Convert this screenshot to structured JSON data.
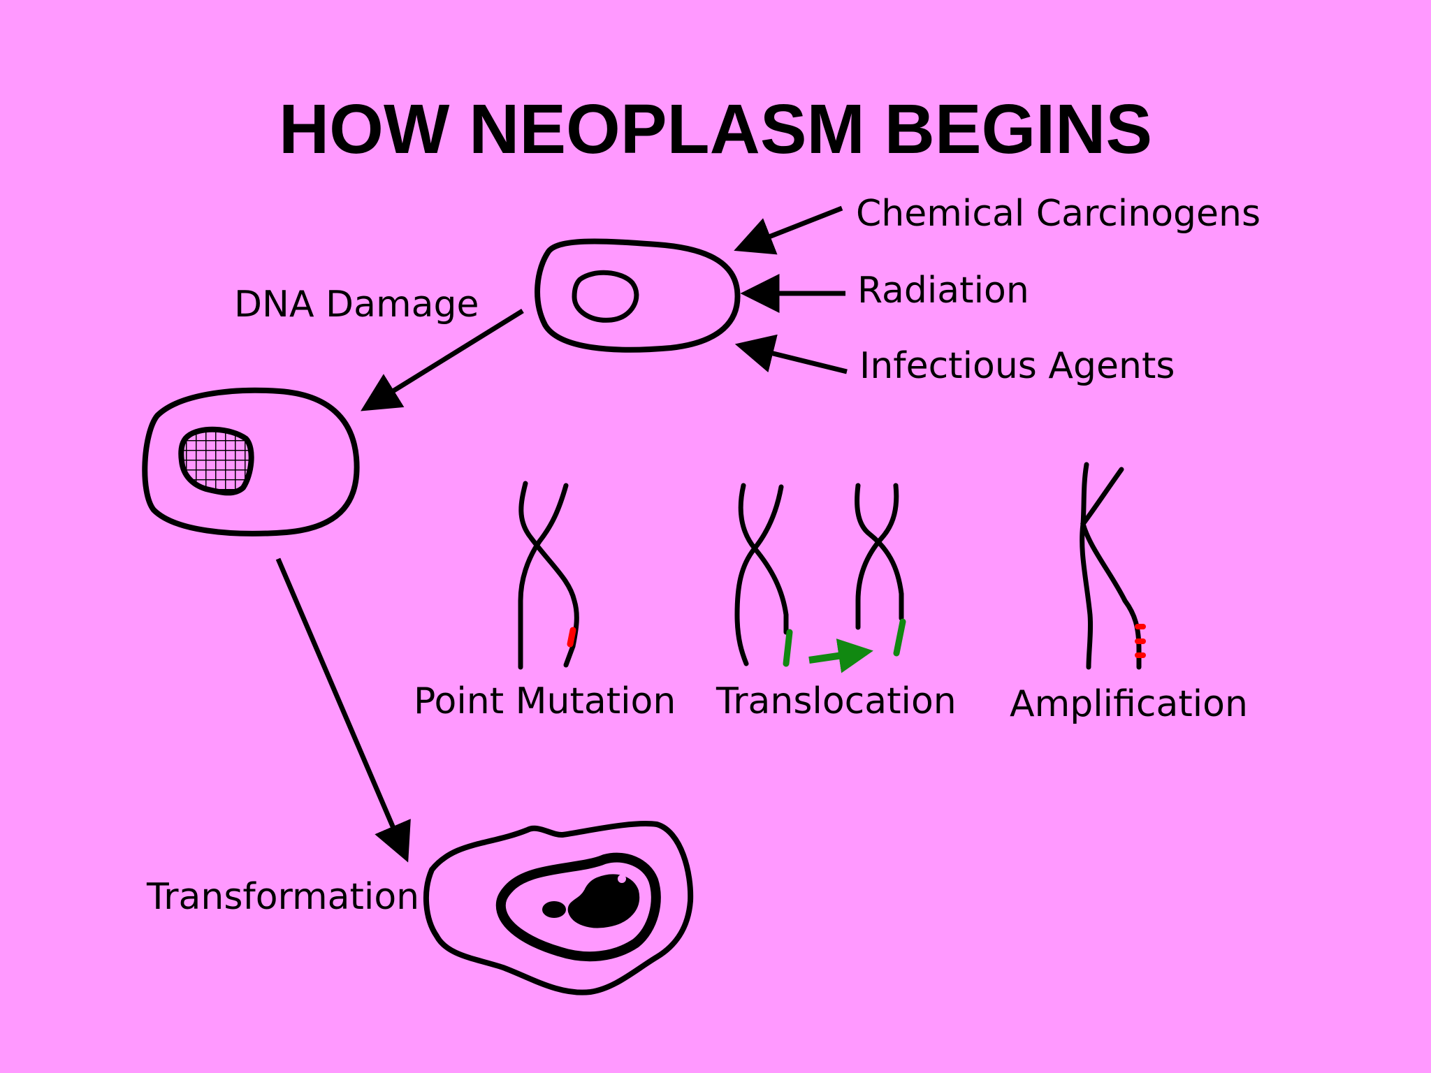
{
  "slide": {
    "title": "HOW NEOPLASM BEGINS"
  },
  "causes": [
    {
      "label": "Chemical Carcinogens"
    },
    {
      "label": "Radiation"
    },
    {
      "label": "Infectious Agents"
    }
  ],
  "steps": {
    "dna_damage": "DNA Damage",
    "transformation": "Transformation"
  },
  "mechanisms": [
    {
      "label": "Point Mutation"
    },
    {
      "label": "Translocation"
    },
    {
      "label": "Amplification"
    }
  ],
  "colors": {
    "background": "#ff99ff",
    "ink": "#000000",
    "mutation_mark": "#ff0000",
    "translocation_mark": "#118811"
  }
}
